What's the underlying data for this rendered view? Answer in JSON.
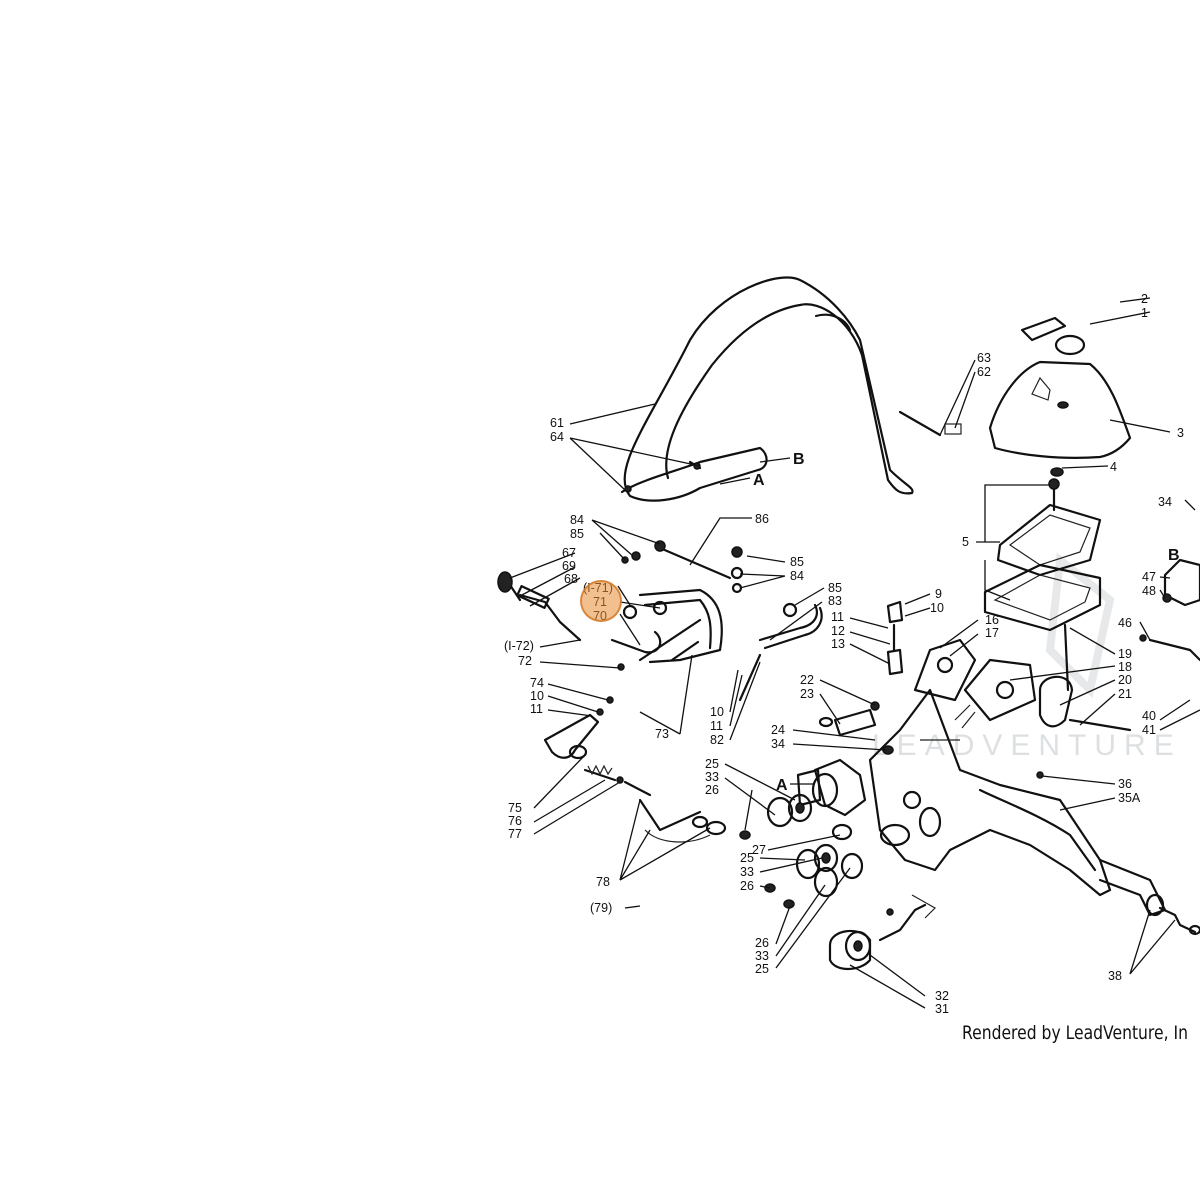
{
  "footer": {
    "credit": "Rendered by LeadVenture, In"
  },
  "watermark": {
    "text": "LEADVENTURE"
  },
  "hotspot": {
    "label": "(I-71)",
    "color": "#e68c32"
  },
  "callouts": [
    {
      "id": "c2",
      "text": "2"
    },
    {
      "id": "c1",
      "text": "1"
    },
    {
      "id": "c3",
      "text": "3"
    },
    {
      "id": "c4",
      "text": "4"
    },
    {
      "id": "c5",
      "text": "5"
    },
    {
      "id": "c63",
      "text": "63"
    },
    {
      "id": "c62",
      "text": "62"
    },
    {
      "id": "c61",
      "text": "61"
    },
    {
      "id": "c64",
      "text": "64"
    },
    {
      "id": "cB1",
      "text": "B"
    },
    {
      "id": "cA1",
      "text": "A"
    },
    {
      "id": "c84a",
      "text": "84"
    },
    {
      "id": "c85a",
      "text": "85"
    },
    {
      "id": "c86",
      "text": "86"
    },
    {
      "id": "c85b",
      "text": "85"
    },
    {
      "id": "c84b",
      "text": "84"
    },
    {
      "id": "c67",
      "text": "67"
    },
    {
      "id": "c69",
      "text": "69"
    },
    {
      "id": "c68",
      "text": "68"
    },
    {
      "id": "cI71",
      "text": "(I-71)"
    },
    {
      "id": "c71",
      "text": "71"
    },
    {
      "id": "c70",
      "text": "70"
    },
    {
      "id": "c85c",
      "text": "85"
    },
    {
      "id": "c83",
      "text": "83"
    },
    {
      "id": "c9",
      "text": "9"
    },
    {
      "id": "c10a",
      "text": "10"
    },
    {
      "id": "c11a",
      "text": "11"
    },
    {
      "id": "c12",
      "text": "12"
    },
    {
      "id": "c13",
      "text": "13"
    },
    {
      "id": "c16",
      "text": "16"
    },
    {
      "id": "c17",
      "text": "17"
    },
    {
      "id": "cI72",
      "text": "(I-72)"
    },
    {
      "id": "c72",
      "text": "72"
    },
    {
      "id": "c74",
      "text": "74"
    },
    {
      "id": "c10b",
      "text": "10"
    },
    {
      "id": "c11b",
      "text": "11"
    },
    {
      "id": "c73",
      "text": "73"
    },
    {
      "id": "c22",
      "text": "22"
    },
    {
      "id": "c23",
      "text": "23"
    },
    {
      "id": "c10c",
      "text": "10"
    },
    {
      "id": "c11c",
      "text": "11"
    },
    {
      "id": "c82",
      "text": "82"
    },
    {
      "id": "c19",
      "text": "19"
    },
    {
      "id": "c18",
      "text": "18"
    },
    {
      "id": "c20",
      "text": "20"
    },
    {
      "id": "c21",
      "text": "21"
    },
    {
      "id": "c24",
      "text": "24"
    },
    {
      "id": "c34a",
      "text": "34"
    },
    {
      "id": "c25a",
      "text": "25"
    },
    {
      "id": "c33a",
      "text": "33"
    },
    {
      "id": "c26a",
      "text": "26"
    },
    {
      "id": "cA2",
      "text": "A"
    },
    {
      "id": "c27",
      "text": "27"
    },
    {
      "id": "c75",
      "text": "75"
    },
    {
      "id": "c76",
      "text": "76"
    },
    {
      "id": "c77",
      "text": "77"
    },
    {
      "id": "c78",
      "text": "78"
    },
    {
      "id": "c79",
      "text": "(79)"
    },
    {
      "id": "c25b",
      "text": "25"
    },
    {
      "id": "c33b",
      "text": "33"
    },
    {
      "id": "c26b",
      "text": "26"
    },
    {
      "id": "c26c",
      "text": "26"
    },
    {
      "id": "c33c",
      "text": "33"
    },
    {
      "id": "c25c",
      "text": "25"
    },
    {
      "id": "c32",
      "text": "32"
    },
    {
      "id": "c31",
      "text": "31"
    },
    {
      "id": "c36",
      "text": "36"
    },
    {
      "id": "c35A",
      "text": "35A"
    },
    {
      "id": "c38",
      "text": "38"
    },
    {
      "id": "c34b",
      "text": "34"
    },
    {
      "id": "cB2",
      "text": "B"
    },
    {
      "id": "c47",
      "text": "47"
    },
    {
      "id": "c48",
      "text": "48"
    },
    {
      "id": "c46",
      "text": "46"
    },
    {
      "id": "c40",
      "text": "40"
    },
    {
      "id": "c41",
      "text": "41"
    }
  ]
}
